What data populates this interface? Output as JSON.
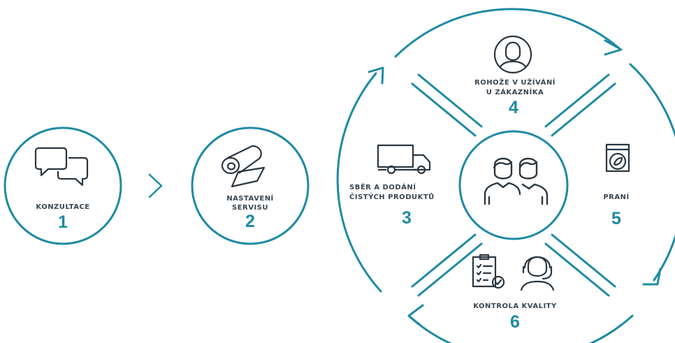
{
  "colors": {
    "accent": "#1f8aa3",
    "dark_icon": "#2b3640",
    "text": "#3a4650"
  },
  "steps": [
    {
      "label_lines": [
        "KONZULTACE"
      ],
      "number": "1",
      "icon": "chat-bubbles-icon"
    },
    {
      "label_lines": [
        "NASTAVENÍ",
        "SERVISU"
      ],
      "number": "2",
      "icon": "mat-roll-icon"
    },
    {
      "label_lines": [
        "SBĚR A DODÁNÍ",
        "ČISTÝCH PRODUKTŮ"
      ],
      "number": "3",
      "icon": "truck-icon"
    },
    {
      "label_lines": [
        "ROHOŽE V UŽÍVÁNÍ",
        "U ZÁKAZNÍKA"
      ],
      "number": "4",
      "icon": "user-avatar-icon"
    },
    {
      "label_lines": [
        "PRANÍ"
      ],
      "number": "5",
      "icon": "washing-machine-icon"
    },
    {
      "label_lines": [
        "KONTROLA KVALITY"
      ],
      "number": "6",
      "icon": "checklist-icon"
    }
  ],
  "center_icon": "two-people-icon",
  "arrow_icon": "chevron-right-icon"
}
